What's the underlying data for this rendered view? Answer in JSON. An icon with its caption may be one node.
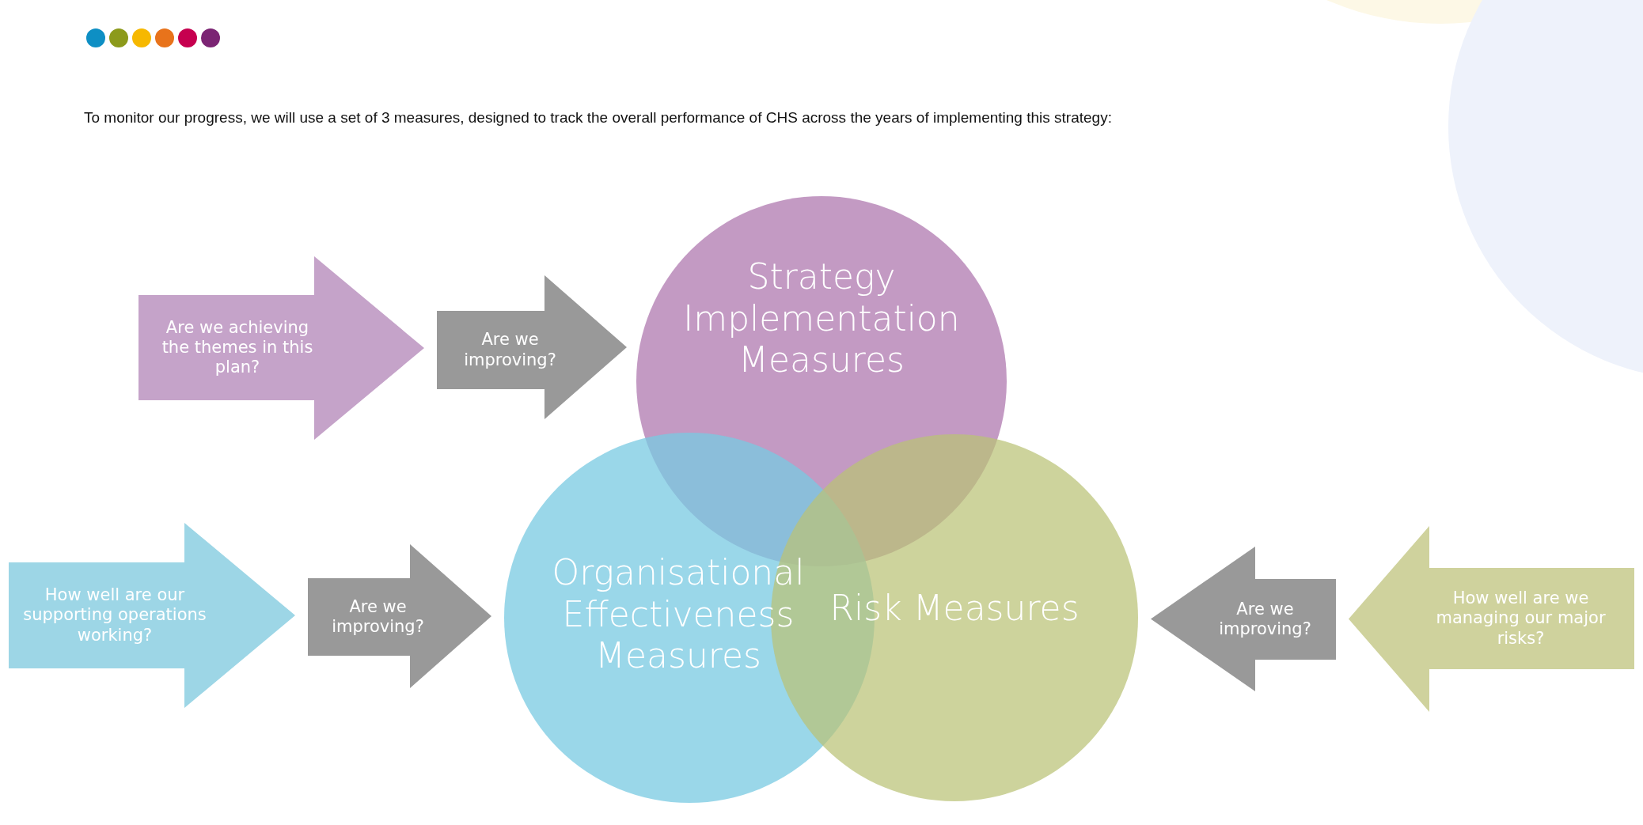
{
  "diagram": {
    "nodes": [
      {
        "text": [
          "Are we achieving the themes in this plan?"
        ]
      },
      {
        "text": [
          "Strategy Implementation Measures"
        ]
      },
      {
        "text": [
          "How well are our supporting operations working?"
        ]
      },
      {
        "text": [
          "Organisational Effectiveness Measures"
        ]
      },
      {
        "text": [
          "Risk Measures"
        ]
      },
      {
        "text": [
          "How well are we managing our major risks?"
        ]
      }
    ],
    "edges": [
      {
        "from": 0,
        "to": 1,
        "arrow": "to",
        "label": "Are we improving?"
      },
      {
        "from": 2,
        "to": 3,
        "arrow": "to",
        "label": "Are we improving?"
      },
      {
        "from": 5,
        "to": 4,
        "arrow": "to",
        "label": "Are we improving?"
      }
    ],
    "labels": [
      "To monitor our progress, we will use a set of 3 measures, designed to track the overall performance of CHS across the years of implementing this strategy:"
    ]
  }
}
